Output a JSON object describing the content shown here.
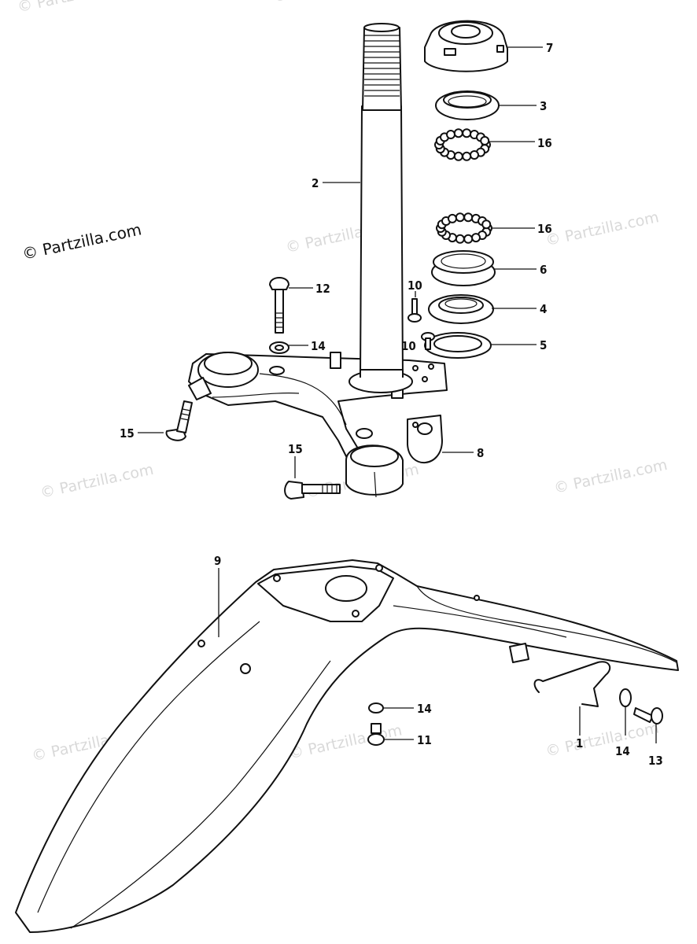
{
  "copyright": "© Partzilla.com",
  "watermark": "© Partzilla.com",
  "callouts": {
    "c7": "7",
    "c3": "3",
    "c16a": "16",
    "c2": "2",
    "c16b": "16",
    "c6": "6",
    "c12": "12",
    "c10a": "10",
    "c4": "4",
    "c14a": "14",
    "c10b": "10",
    "c5": "5",
    "c15a": "15",
    "c15b": "15",
    "c8": "8",
    "c9": "9",
    "c14b": "14",
    "c11": "11",
    "c1": "1",
    "c14c": "14",
    "c13": "13"
  }
}
